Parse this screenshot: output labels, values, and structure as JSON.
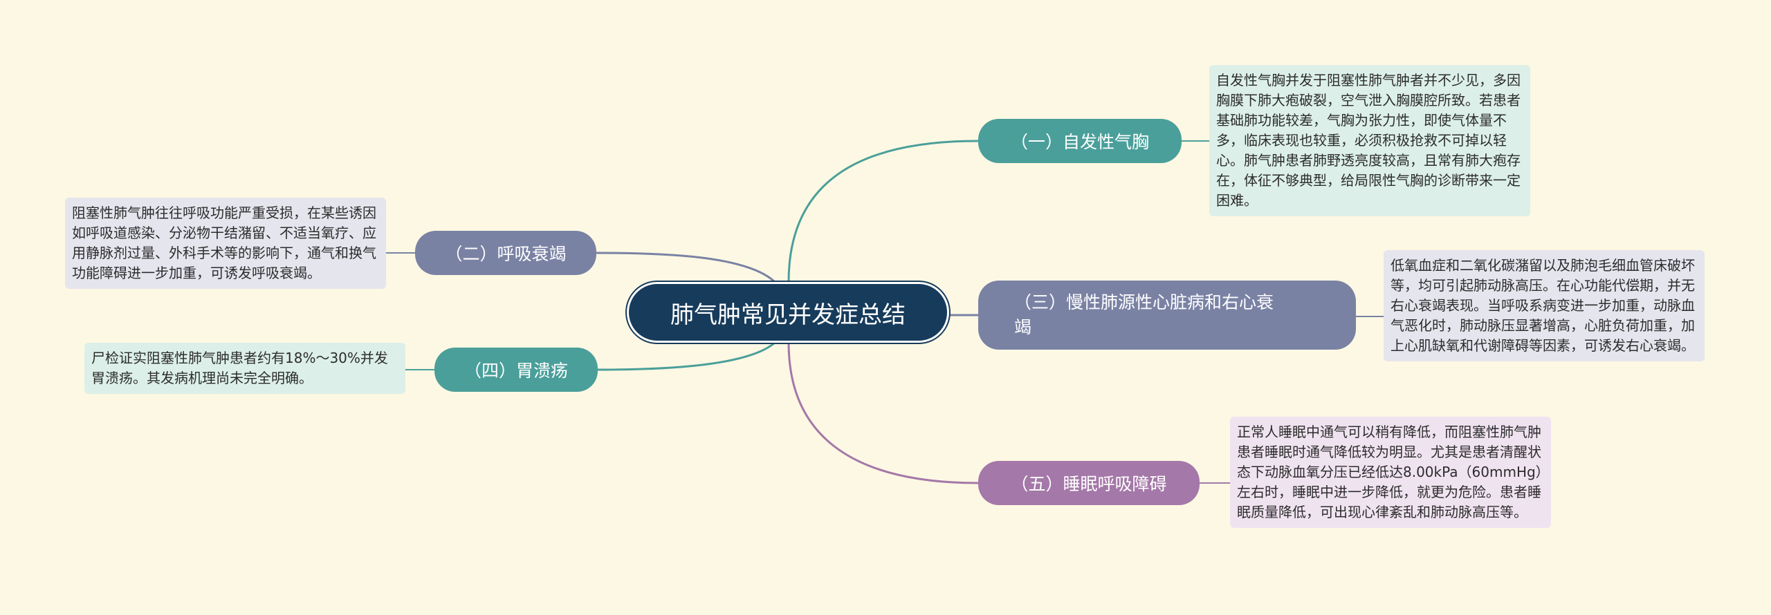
{
  "root": {
    "label": "肺气肿常见并发症总结",
    "color": "#173b5b"
  },
  "branches": [
    {
      "id": "b1",
      "label": "（一）自发性气胸",
      "color": "#4a9f9a",
      "detail": "自发性气胸并发于阻塞性肺气肿者并不少见，多因胸膜下肺大疱破裂，空气泄入胸膜腔所致。若患者基础肺功能较差，气胸为张力性，即使气体量不多，临床表现也较重，必须积极抢救不可掉以轻心。肺气肿患者肺野透亮度较高，且常有肺大疱存在，体征不够典型，给局限性气胸的诊断带来一定困难。"
    },
    {
      "id": "b2",
      "label": "（二）呼吸衰竭",
      "color": "#7a82a4",
      "detail": "阻塞性肺气肿往往呼吸功能严重受损，在某些诱因如呼吸道感染、分泌物干结潴留、不适当氧疗、应用静脉剂过量、外科手术等的影响下，通气和换气功能障碍进一步加重，可诱发呼吸衰竭。"
    },
    {
      "id": "b3",
      "label_line1": "（三）慢性肺源性心脏病和右心衰",
      "label_line2": "竭",
      "color": "#7a82a4",
      "detail": "低氧血症和二氧化碳潴留以及肺泡毛细血管床破坏等，均可引起肺动脉高压。在心功能代偿期，并无右心衰竭表现。当呼吸系病变进一步加重，动脉血气恶化时，肺动脉压显著增高，心脏负荷加重，加上心肌缺氧和代谢障碍等因素，可诱发右心衰竭。"
    },
    {
      "id": "b4",
      "label": "（四）胃溃疡",
      "color": "#4a9f9a",
      "detail": "尸检证实阻塞性肺气肿患者约有18%～30%并发胃溃疡。其发病机理尚未完全明确。"
    },
    {
      "id": "b5",
      "label": "（五）睡眠呼吸障碍",
      "color": "#a478a8",
      "detail": "正常人睡眠中通气可以稍有降低，而阻塞性肺气肿患者睡眠时通气降低较为明显。尤其是患者清醒状态下动脉血氧分压已经低达8.00kPa（60mmHg）左右时，睡眠中进一步降低，就更为危险。患者睡眠质量降低，可出现心律紊乱和肺动脉高压等。"
    }
  ]
}
